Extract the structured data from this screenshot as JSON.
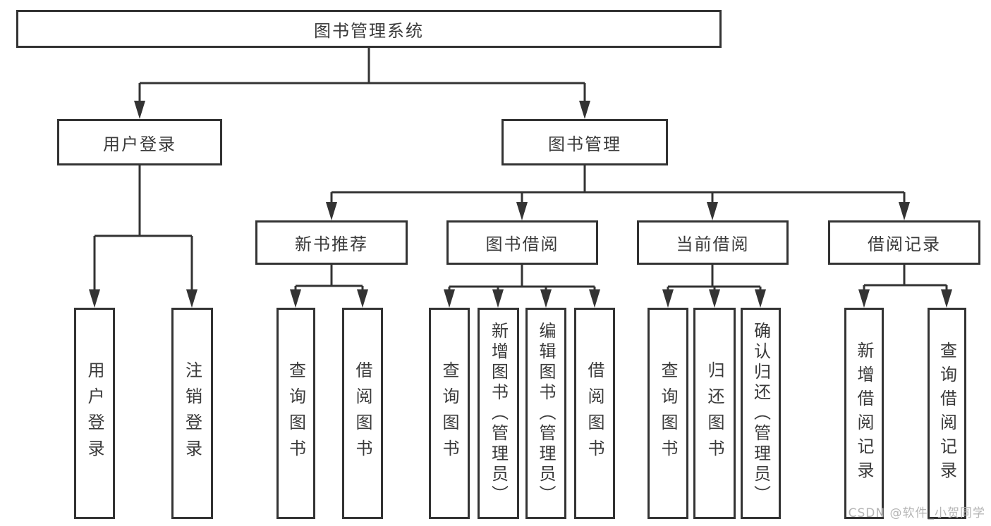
{
  "diagram": {
    "type": "tree",
    "title": "图书管理系统",
    "tree": {
      "label": "图书管理系统",
      "children": [
        {
          "label": "用户登录",
          "children": [
            {
              "label": "用户登录"
            },
            {
              "label": "注销登录"
            }
          ]
        },
        {
          "label": "图书管理",
          "children": [
            {
              "label": "新书推荐",
              "children": [
                {
                  "label": "查询图书"
                },
                {
                  "label": "借阅图书"
                }
              ]
            },
            {
              "label": "图书借阅",
              "children": [
                {
                  "label": "查询图书"
                },
                {
                  "label": "新增图书（管理员）"
                },
                {
                  "label": "编辑图书（管理员）"
                },
                {
                  "label": "借阅图书"
                }
              ]
            },
            {
              "label": "当前借阅",
              "children": [
                {
                  "label": "查询图书"
                },
                {
                  "label": "归还图书"
                },
                {
                  "label": "确认归还（管理员）"
                }
              ]
            },
            {
              "label": "借阅记录",
              "children": [
                {
                  "label": "新增借阅记录"
                },
                {
                  "label": "查询借阅记录"
                }
              ]
            }
          ]
        }
      ]
    }
  },
  "watermark": {
    "text": "CSDN @软件_小贺同学"
  },
  "colors": {
    "line": "#333333",
    "text": "#3a3a3a",
    "background": "#ffffff",
    "watermark": "#b5b5b5"
  }
}
